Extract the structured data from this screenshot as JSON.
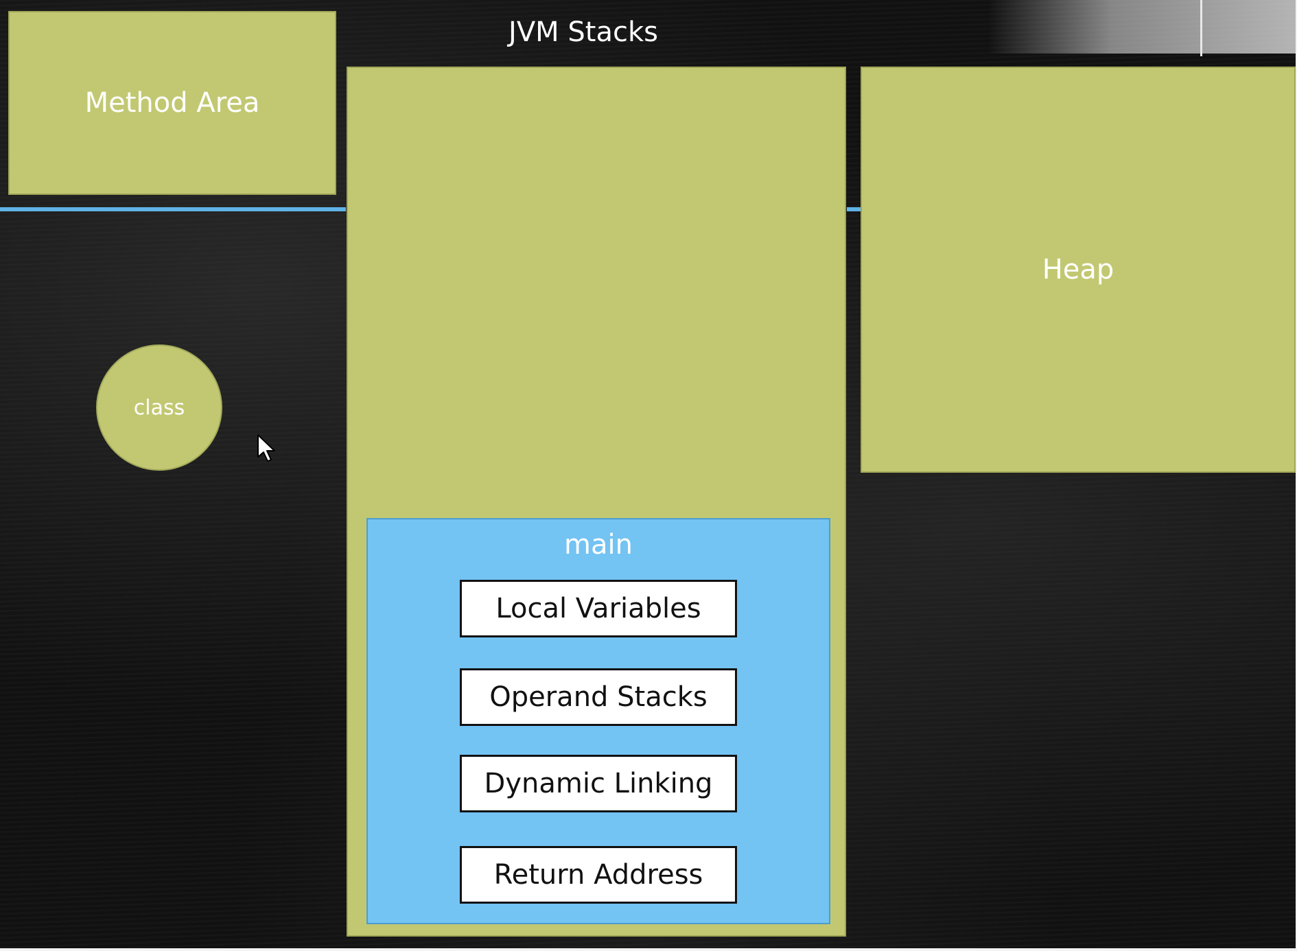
{
  "diagram": {
    "method_area": {
      "label": "Method Area"
    },
    "jvm_stacks": {
      "title": "JVM Stacks",
      "frame": {
        "label": "main",
        "items": [
          "Local Variables",
          "Operand Stacks",
          "Dynamic Linking",
          "Return Address"
        ]
      }
    },
    "heap": {
      "label": "Heap"
    },
    "class_node": {
      "label": "class"
    }
  },
  "colors": {
    "background": "#111111",
    "region_fill": "#c2c872",
    "frame_fill": "#73c3f3",
    "divider": "#5fb3e6",
    "item_fill": "#ffffff"
  },
  "icons": {
    "cursor": "mouse-pointer-icon"
  }
}
